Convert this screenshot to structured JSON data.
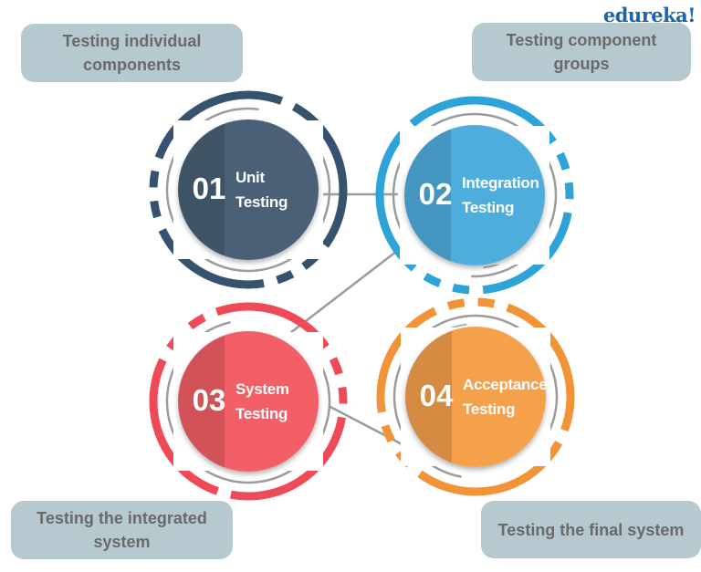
{
  "background": "#ffffff",
  "logo": {
    "text": "edureka!",
    "color": "#1d64ab"
  },
  "callout_style": {
    "fill": "#b5c9cf",
    "text_color": "#6a6a6a"
  },
  "callouts": {
    "top_left": {
      "text": "Testing individual components"
    },
    "top_right": {
      "text": "Testing component groups"
    },
    "bottom_left": {
      "text": "Testing the integrated system"
    },
    "bottom_right": {
      "text": "Testing the final system"
    }
  },
  "steps": [
    {
      "number": "01",
      "title": "Unit Testing",
      "fill": "#4a6076",
      "ring": "#35536f"
    },
    {
      "number": "02",
      "title": "Integration Testing",
      "fill": "#4fadde",
      "ring": "#2ea3d8"
    },
    {
      "number": "03",
      "title": "System Testing",
      "fill": "#f25f66",
      "ring": "#ef4a57"
    },
    {
      "number": "04",
      "title": "Acceptance Testing",
      "fill": "#f5a04c",
      "ring": "#f29338"
    }
  ],
  "connectors": {
    "color": "#9b9b9b"
  },
  "rings": {
    "gray": "#9b9b9b"
  }
}
